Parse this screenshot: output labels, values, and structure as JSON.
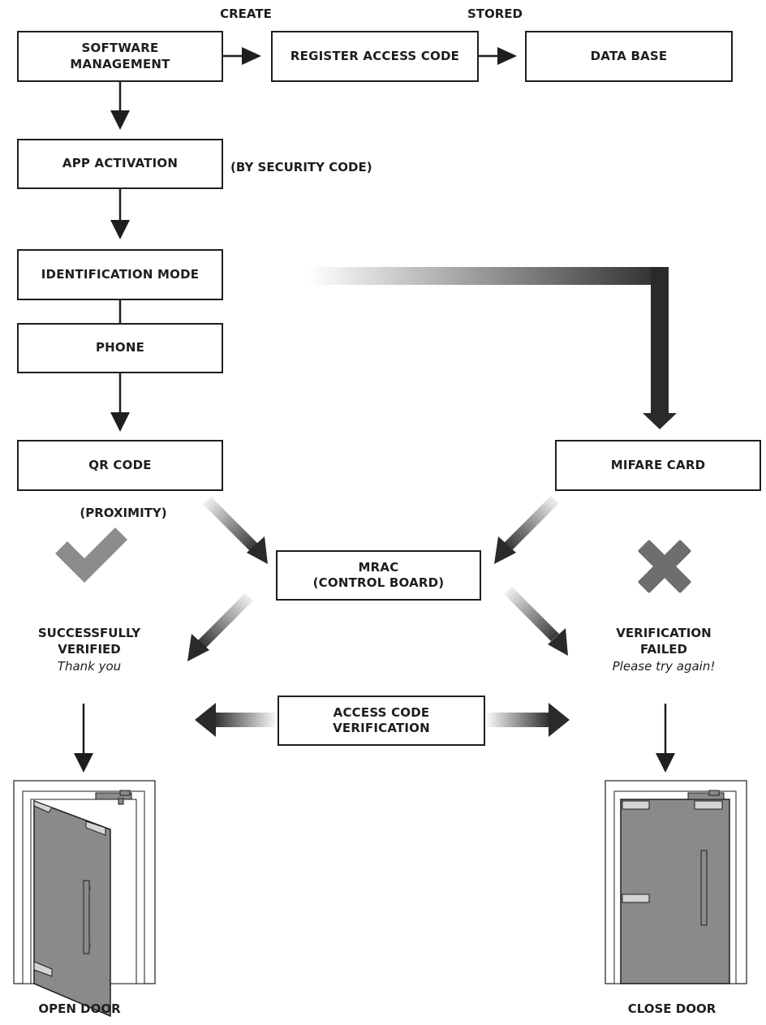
{
  "labels": {
    "create": "CREATE",
    "stored": "STORED",
    "by_security_code": "(BY SECURITY CODE)",
    "proximity": "(PROXIMITY)"
  },
  "boxes": {
    "software_management": [
      "SOFTWARE",
      "MANAGEMENT"
    ],
    "register_access_code": "REGISTER ACCESS CODE",
    "data_base": "DATA BASE",
    "app_activation": "APP ACTIVATION",
    "identification_mode": "IDENTIFICATION MODE",
    "phone": "PHONE",
    "qr_code": "QR CODE",
    "mifare_card": "MIFARE CARD",
    "mrac": [
      "MRAC",
      "(CONTROL BOARD)"
    ],
    "access_code_verification": [
      "ACCESS CODE",
      "VERIFICATION"
    ]
  },
  "success": {
    "title": [
      "SUCCESSFULLY",
      "VERIFIED"
    ],
    "note": "Thank you"
  },
  "failure": {
    "title": [
      "VERIFICATION",
      "FAILED"
    ],
    "note": "Please try again!"
  },
  "doors": {
    "open": "OPEN DOOR",
    "close": "CLOSE DOOR"
  },
  "colors": {
    "stroke": "#1e1e1e",
    "door_gray": "#8a8a8a",
    "check_gray": "#8c8c8c",
    "cross_gray": "#6e6e6e"
  },
  "icons": {
    "success": "check-icon",
    "failure": "cross-icon"
  }
}
